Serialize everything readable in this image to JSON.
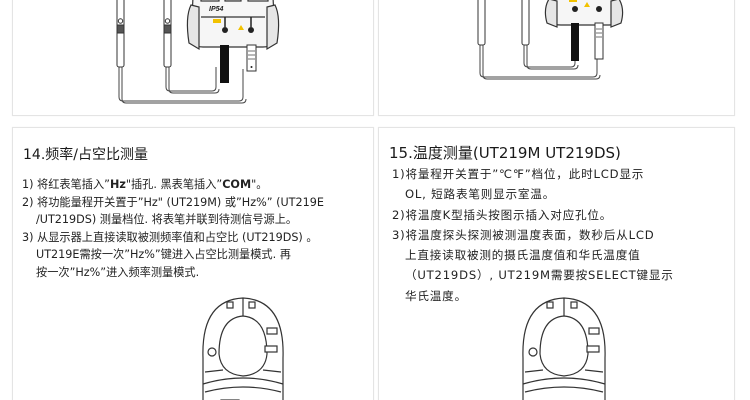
{
  "panels": {
    "top_left": {
      "illustration": "multimeter-with-test-leads",
      "device_label": "IP54"
    },
    "top_right": {
      "illustration": "multimeter-with-test-leads"
    },
    "section_14": {
      "title": "14.频率/占空比测量",
      "steps": [
        {
          "lines": [
            "1) 将红表笔插入”",
            "Hz",
            "\"插孔. 黑表笔插入”",
            "COM",
            "\"。"
          ]
        },
        {
          "lines": [
            "2) 将功能量程开关置于”Hz\" (UT219M) 或”Hz%” (UT219E",
            "/UT219DS) 测量档位. 将表笔并联到待测信号源上。"
          ]
        },
        {
          "lines": [
            "3) 从显示器上直接读取被测频率值和占空比 (UT219DS) 。",
            "UT219E需按一次”Hz%”键进入占空比测量模式. 再",
            "按一次”Hz%”进入频率测量模式."
          ]
        }
      ],
      "illustration": "clamp-meter-top-view"
    },
    "section_15": {
      "title": "15.温度测量(UT219M UT219DS)",
      "steps": [
        {
          "lines": [
            "1)将量程开关置于”℃℉”档位，此时LCD显示",
            "OL, 短路表笔则显示室温。"
          ]
        },
        {
          "lines": [
            "2)将温度K型插头按图示插入对应孔位。"
          ]
        },
        {
          "lines": [
            "3)将温度探头探测被测温度表面，数秒后从LCD",
            "上直接读取被测的摄氏温度值和华氏温度值",
            "（UT219DS）, UT219M需要按SELECT键显示",
            "华氏温度。"
          ]
        }
      ],
      "illustration": "clamp-meter-top-view"
    }
  },
  "colors": {
    "panel_border": "#e4e4e4",
    "text": "#222222",
    "title": "#1a1a1a",
    "accent_yellow": "#f2c200",
    "line_art": "#333333"
  }
}
